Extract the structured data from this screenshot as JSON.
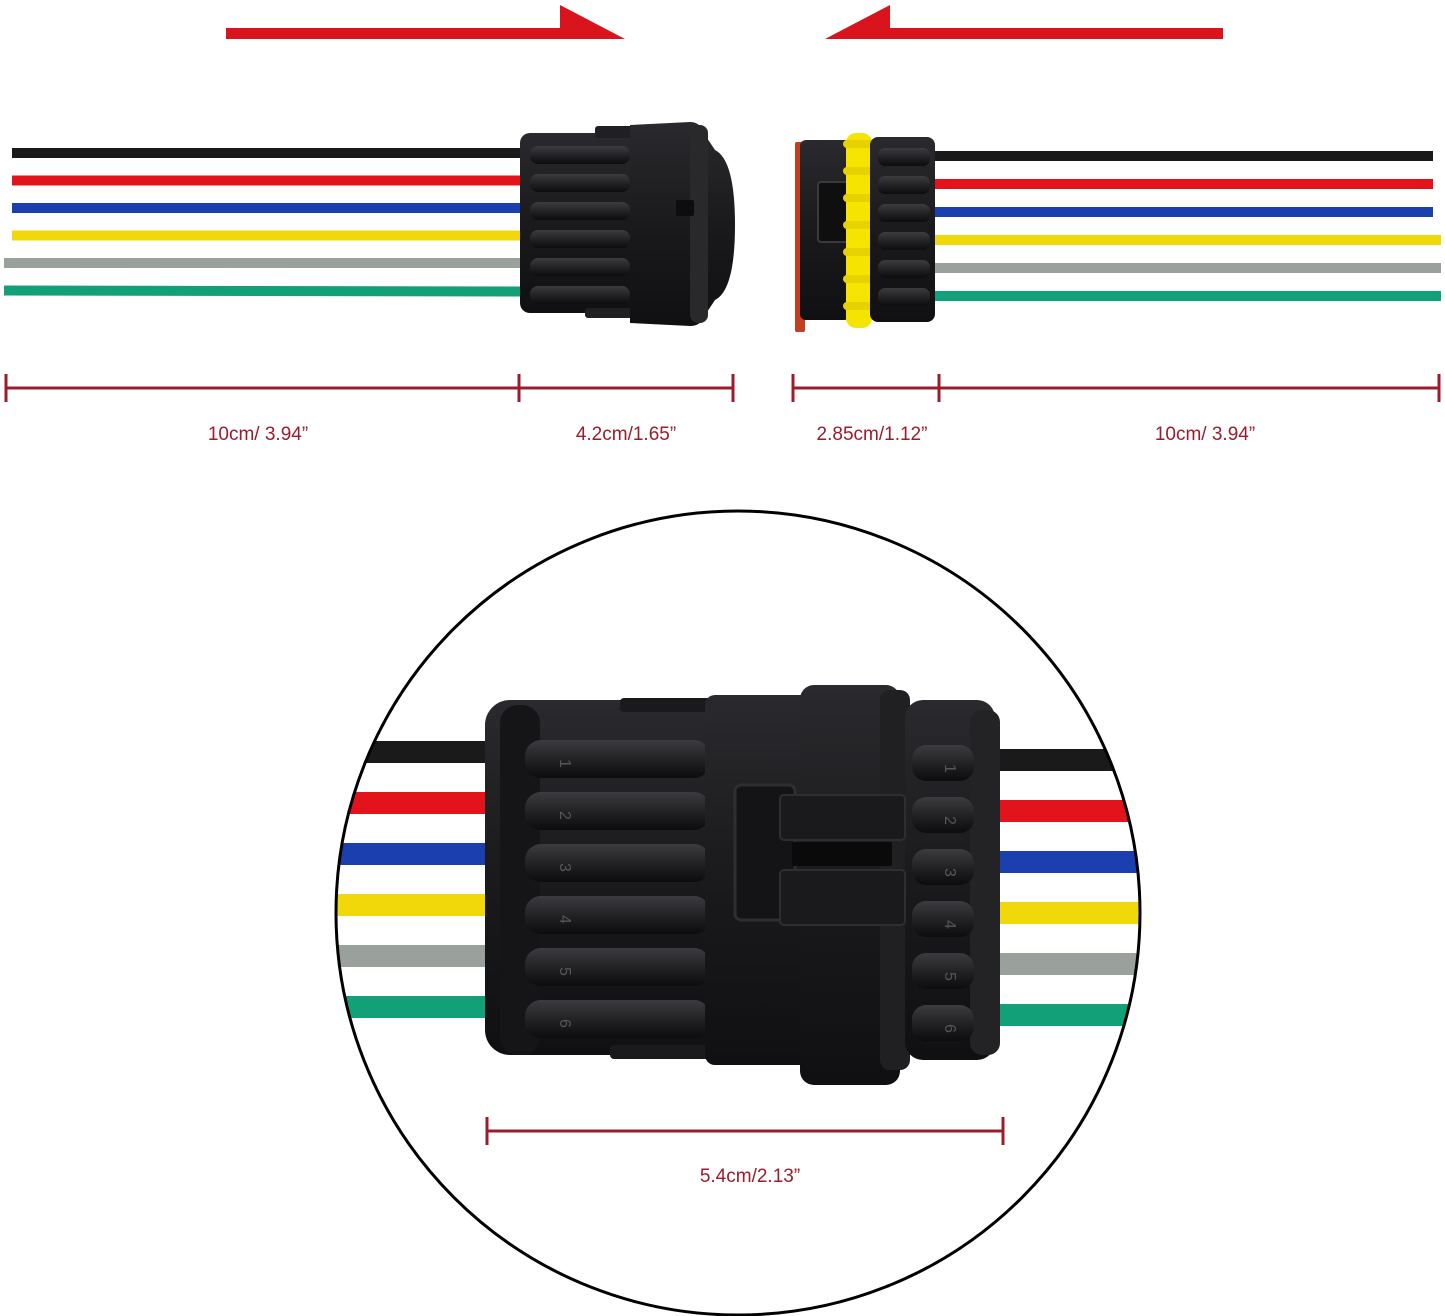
{
  "colors": {
    "arrow": "#d9141c",
    "dimension": "#9b1c2c",
    "housing": "#1c1c1e",
    "housing_highlight": "#3a3a3e",
    "seal_yellow": "#f4e400",
    "seal_red": "#c2401f"
  },
  "wires": [
    {
      "name": "black",
      "color": "#1a1a1a"
    },
    {
      "name": "red",
      "color": "#e3131b"
    },
    {
      "name": "blue",
      "color": "#1b3fae"
    },
    {
      "name": "yellow",
      "color": "#f0d80a"
    },
    {
      "name": "gray",
      "color": "#9aa09c"
    },
    {
      "name": "green",
      "color": "#12a078"
    }
  ],
  "pin_numbers": [
    "1",
    "2",
    "3",
    "4",
    "5",
    "6"
  ],
  "dimensions": {
    "male_lead": "10cm/ 3.94”",
    "male_connector": "4.2cm/1.65”",
    "female_connector": "2.85cm/1.12”",
    "female_lead": "10cm/ 3.94”",
    "mated_length": "5.4cm/2.13”"
  }
}
